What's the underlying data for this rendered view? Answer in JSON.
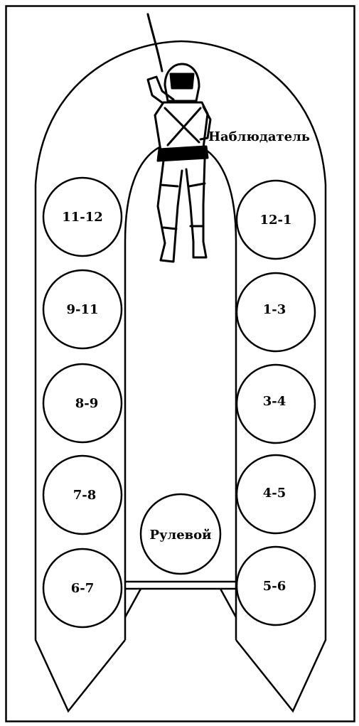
{
  "labels": {
    "observer": "Наблюдатель",
    "helmsman": "Рулевой"
  },
  "positions": {
    "left": [
      "11-12",
      "9-11",
      "8-9",
      "7-8",
      "6-7"
    ],
    "right": [
      "12-1",
      "1-3",
      "3-4",
      "4-5",
      "5-6"
    ]
  },
  "colors": {
    "ink": "#000000",
    "paper": "#ffffff"
  }
}
